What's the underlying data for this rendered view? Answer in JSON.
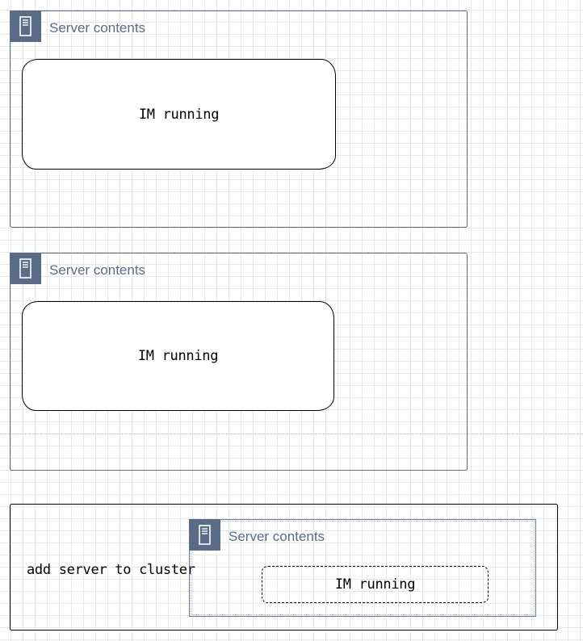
{
  "diagram": {
    "groups": [
      {
        "label": "Server contents",
        "icon": "server-icon",
        "process": "IM running"
      },
      {
        "label": "Server contents",
        "icon": "server-icon",
        "process": "IM running"
      }
    ],
    "cluster": {
      "label": "add  server to cluster",
      "group": {
        "label": "Server contents",
        "icon": "server-icon",
        "process": "IM running"
      }
    },
    "colors": {
      "group_border": "#5a6b86",
      "group_text": "#5a6b86",
      "process_border": "#000000",
      "grid": "#e8e8e8",
      "background": "#ffffff"
    }
  }
}
